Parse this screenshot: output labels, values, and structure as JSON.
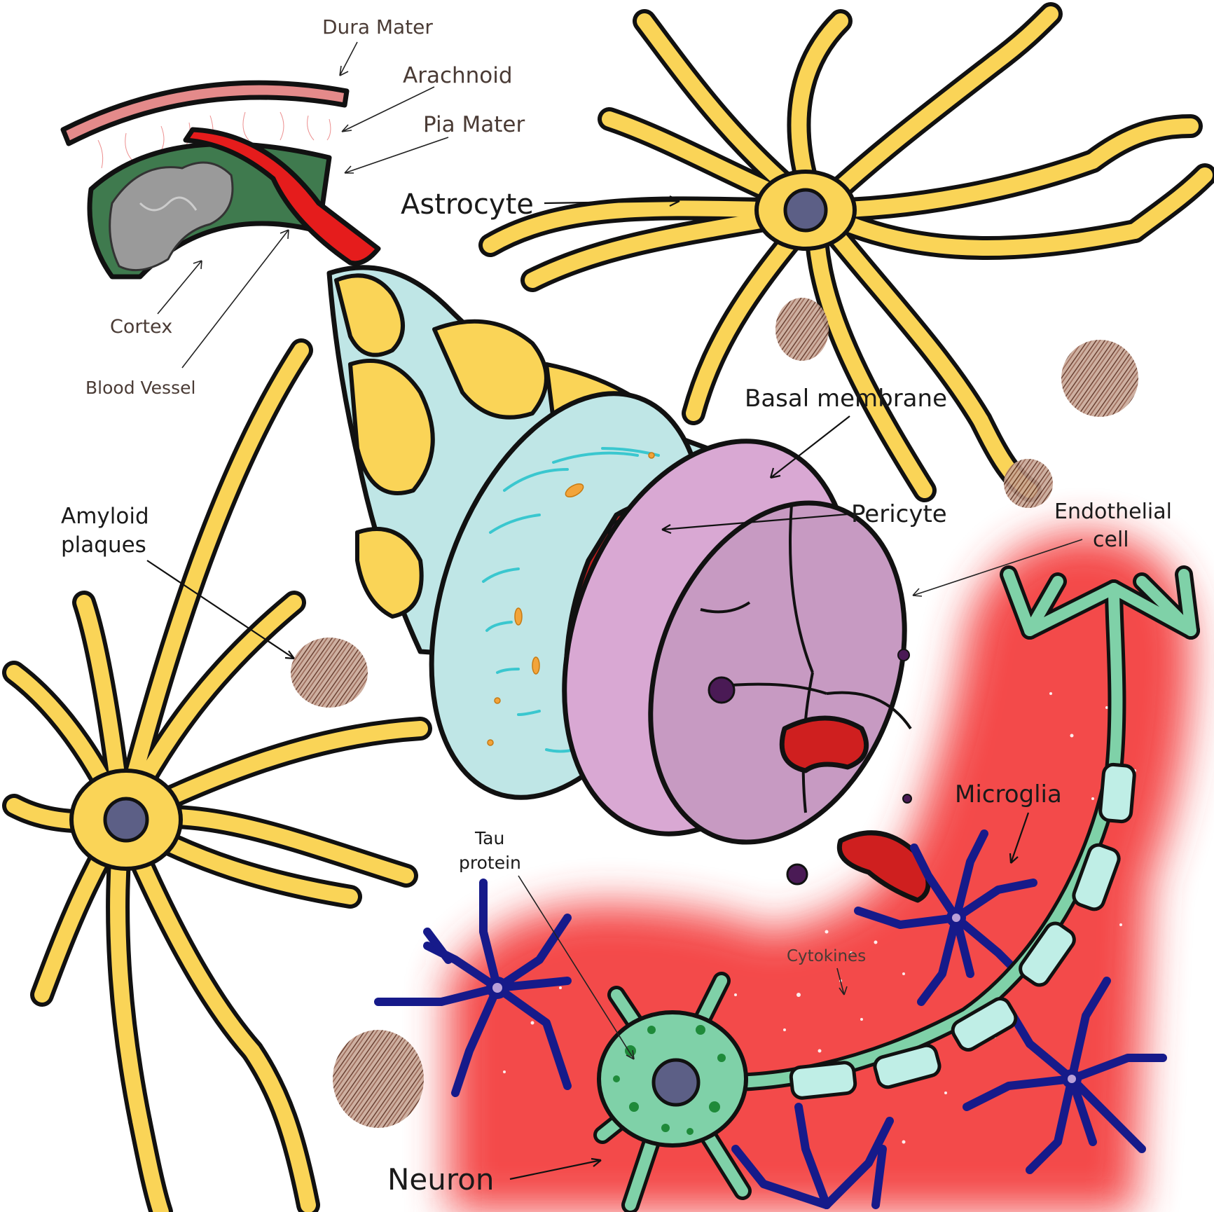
{
  "labels": {
    "dura_mater": "Dura Mater",
    "arachnoid": "Arachnoid",
    "pia_mater": "Pia Mater",
    "astrocyte": "Astrocyte",
    "cortex": "Cortex",
    "blood_vessel": "Blood Vessel",
    "basal_membrane": "Basal membrane",
    "pericyte": "Pericyte",
    "endothelial_line1": "Endothelial",
    "endothelial_line2": "cell",
    "amyloid_line1": "Amyloid",
    "amyloid_line2": "plaques",
    "microglia": "Microglia",
    "tau_line1": "Tau",
    "tau_line2": "protein",
    "cytokines": "Cytokines",
    "neuron": "Neuron"
  },
  "colors": {
    "astrocyte": "#fad457",
    "basal_membrane": "#bfe6e6",
    "endothelial": "#d9a8d3",
    "pericyte": "#d52222",
    "blood_cell": "#cf1f1f",
    "microglia": "#1b1f9c",
    "neuron": "#7fd1a8",
    "inflammation": "#f43b3b",
    "plaque": "#6b3d2c",
    "pia": "#3f7a4e",
    "dura": "#e48a8a",
    "cortex": "#9a9a9a"
  }
}
